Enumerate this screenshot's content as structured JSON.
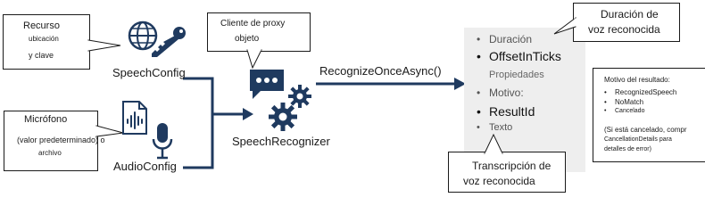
{
  "callouts": {
    "resource": {
      "line1": "Recurso",
      "line2": "ubicación",
      "line3": "y clave"
    },
    "proxy": {
      "line1": "Cliente de proxy",
      "line2": "objeto"
    },
    "duration": {
      "line1": "Duración de",
      "line2": "voz reconocida"
    },
    "microphone": {
      "line1": "Micrófono",
      "line2": "(valor predeterminado) o",
      "line3": "archivo"
    },
    "transcription": {
      "line1": "Transcripción de",
      "line2": "voz reconocida"
    }
  },
  "nodes": {
    "speech_config": "SpeechConfig",
    "audio_config": "AudioConfig",
    "recognizer": "SpeechRecognizer",
    "method": "RecognizeOnceAsync()"
  },
  "result_properties": [
    {
      "bullet": "•",
      "label": "Duración"
    },
    {
      "bullet": "•",
      "label": "OffsetInTicks"
    },
    {
      "bullet": "",
      "label": "Propiedades"
    },
    {
      "bullet": "•",
      "label": "Motivo:"
    },
    {
      "bullet": "•",
      "label": "ResultId"
    },
    {
      "bullet": "•",
      "label": "Texto"
    }
  ],
  "reason_box": {
    "title": "Motivo del resultado:",
    "items": [
      {
        "bullet": "•",
        "label": "RecognizedSpeech"
      },
      {
        "bullet": "•",
        "label": "NoMatch"
      },
      {
        "bullet": "•",
        "label": "Cancelado"
      }
    ],
    "note1": "(Si está cancelado, compr",
    "note2": "CancellationDetails para",
    "note3": "detalles de error)"
  },
  "colors": {
    "accent": "#1f3a5f",
    "ink": "#1a1a1a",
    "panel": "#eeeeee"
  },
  "icons": [
    "globe-icon",
    "key-icon",
    "document-waveform-icon",
    "microphone-icon",
    "chat-bubble-icon",
    "gear-icon"
  ]
}
